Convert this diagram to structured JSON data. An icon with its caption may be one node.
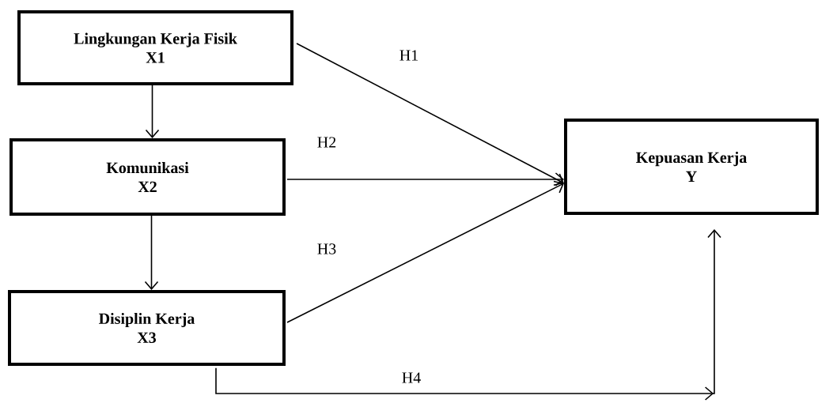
{
  "diagram": {
    "nodes": [
      {
        "text": [
          "Lingkungan Kerja Fisik",
          "X1"
        ]
      },
      {
        "text": [
          "Komunikasi",
          "X2"
        ]
      },
      {
        "text": [
          "Disiplin Kerja",
          "X3"
        ]
      },
      {
        "text": [
          "Kepuasan Kerja",
          "Y"
        ]
      }
    ],
    "edges": [
      {
        "from": 0,
        "to": 1,
        "arrow": "to"
      },
      {
        "from": 1,
        "to": 2,
        "arrow": "to"
      },
      {
        "from": 0,
        "to": 3,
        "arrow": "to",
        "label": "H1"
      },
      {
        "from": 1,
        "to": 3,
        "arrow": "to",
        "label": "H2"
      },
      {
        "from": 2,
        "to": 3,
        "arrow": "to",
        "label": "H3"
      },
      {
        "from": 2,
        "to": 3,
        "arrow": "to",
        "label": "H4"
      }
    ]
  }
}
